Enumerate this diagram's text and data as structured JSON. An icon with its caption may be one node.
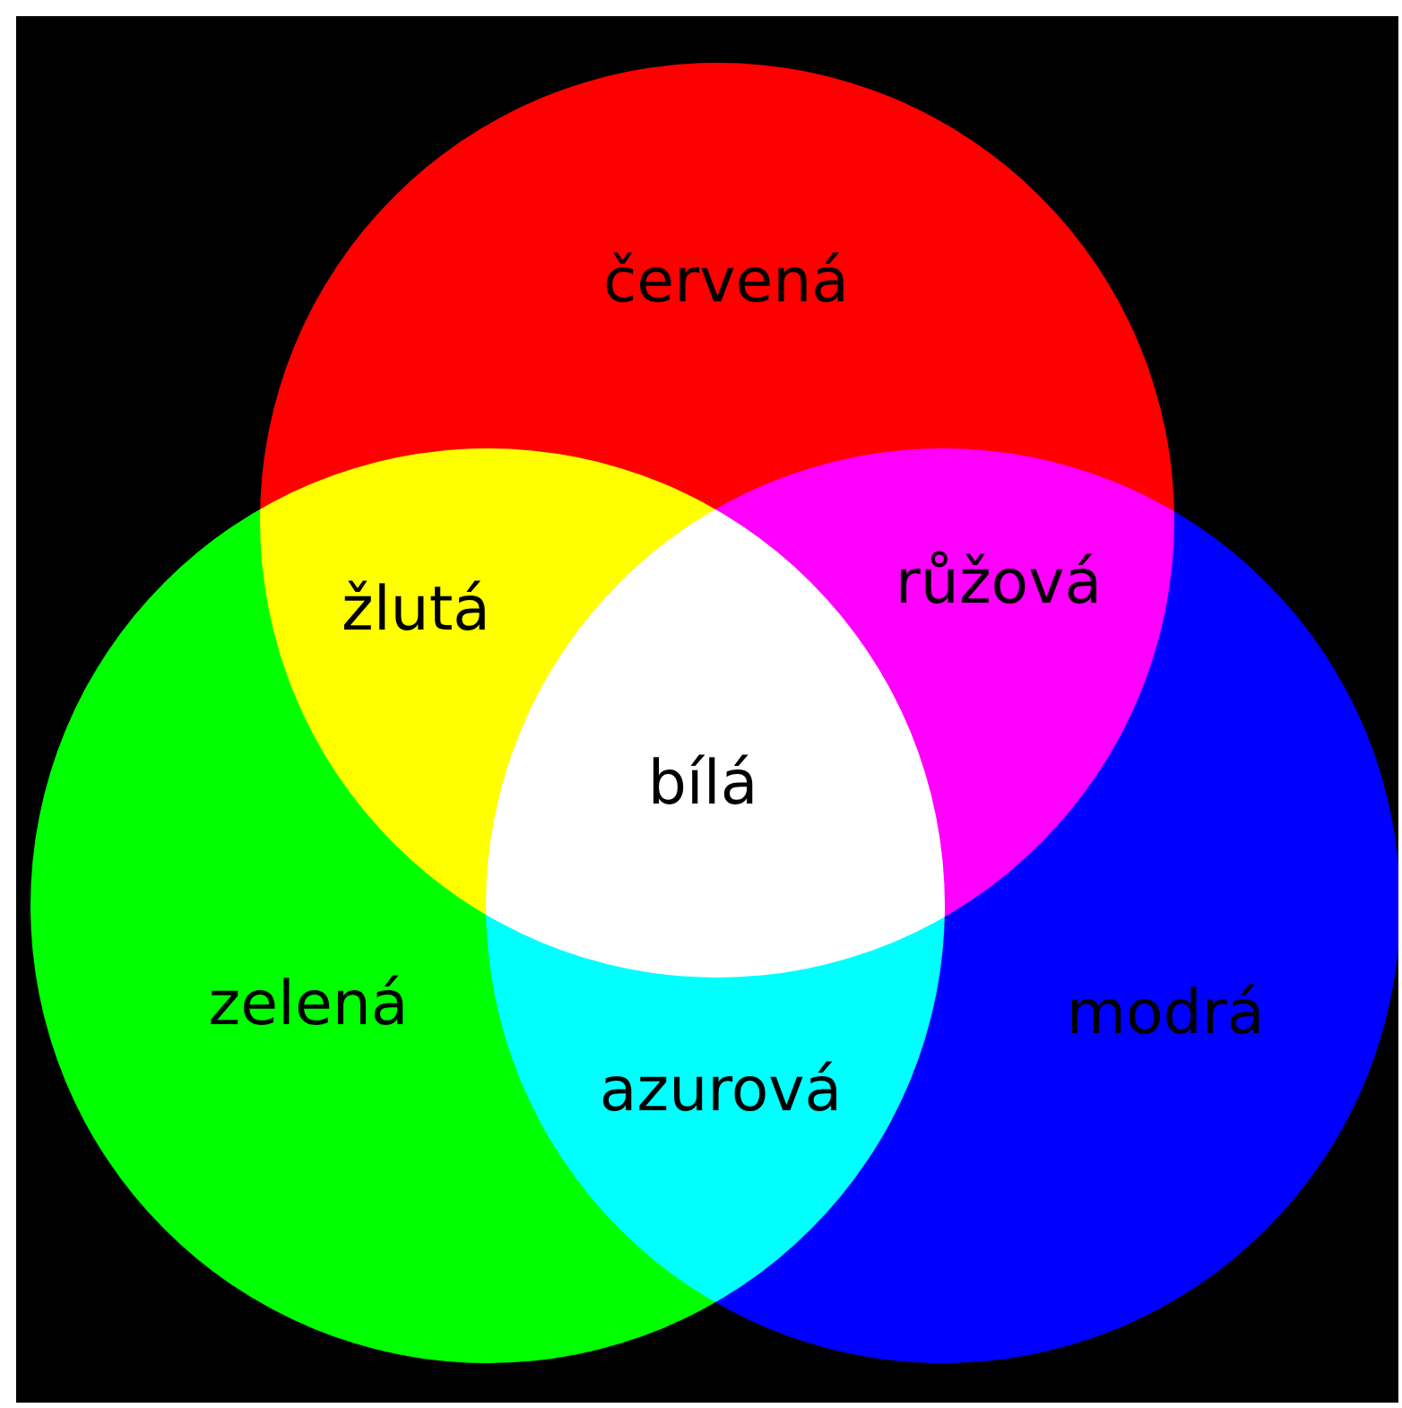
{
  "diagram": {
    "nodes": [
      {
        "text": [
          "červená"
        ]
      },
      {
        "text": [
          "zelená"
        ]
      },
      {
        "text": [
          "modrá"
        ]
      }
    ],
    "labels": [
      "žlutá",
      "růžová",
      "bílá",
      "azurová"
    ]
  }
}
